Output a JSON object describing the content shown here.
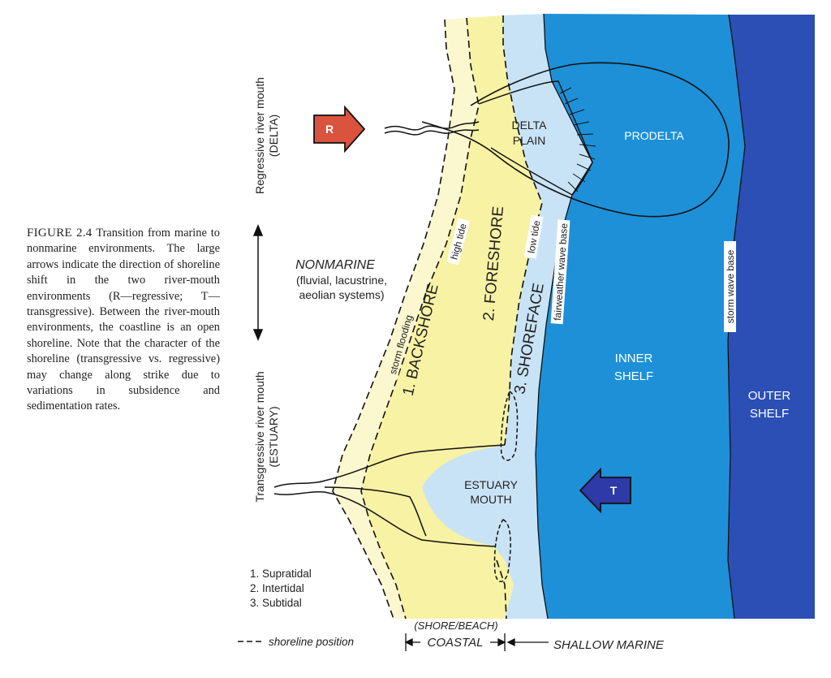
{
  "caption": {
    "figure_label": "FIGURE",
    "figure_number": "2.4",
    "text": "Transition from marine to nonmarine environments. The large arrows indicate the direction of shoreline shift in the two river-mouth environments (R—regressive; T—transgressive). Between the river-mouth environments, the coastline is an open shoreline. Note that the character of the shoreline (transgressive vs. regressive) may change along strike due to variations in subsidence and sedimentation rates."
  },
  "side_labels": {
    "regressive_line1": "Regressive river mouth",
    "regressive_line2": "(DELTA)",
    "transgressive_line1": "Transgressive river mouth",
    "transgressive_line2": "(ESTUARY)"
  },
  "nonmarine": {
    "title": "NONMARINE",
    "line1": "(fluvial, lacustrine,",
    "line2": "aeolian systems)"
  },
  "zones": {
    "backshore": "1. BACKSHORE",
    "foreshore": "2. FORESHORE",
    "shoreface": "3. SHOREFACE",
    "delta_plain_1": "DELTA",
    "delta_plain_2": "PLAIN",
    "prodelta": "PRODELTA",
    "inner_shelf_1": "INNER",
    "inner_shelf_2": "SHELF",
    "outer_shelf_1": "OUTER",
    "outer_shelf_2": "SHELF",
    "estuary_1": "ESTUARY",
    "estuary_2": "MOUTH"
  },
  "lines": {
    "storm_flooding": "storm flooding",
    "high_tide": "high tide",
    "low_tide": "low tide",
    "fairweather_wave_base": "fairweather wave base",
    "storm_wave_base": "storm wave base"
  },
  "arrows": {
    "regressive": "R",
    "transgressive": "T"
  },
  "legend": {
    "items": [
      "1. Supratidal",
      "2. Intertidal",
      "3. Subtidal"
    ],
    "shoreline": "shoreline position"
  },
  "bottom": {
    "shore_beach": "(SHORE/BEACH)",
    "coastal": "COASTAL",
    "shallow_marine": "SHALLOW MARINE"
  },
  "colors": {
    "backshore": "#fbf7cf",
    "foreshore": "#f8f2a4",
    "shoreface": "#c9e3f6",
    "inner_shelf": "#1e90d8",
    "outer_shelf": "#2b4fb5",
    "r_arrow": "#d9533e",
    "t_arrow": "#2e3aa8"
  }
}
